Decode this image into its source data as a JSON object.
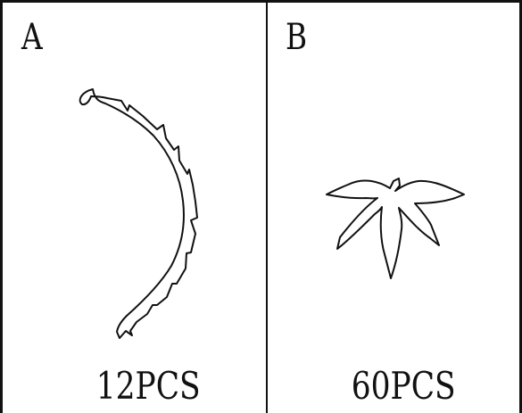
{
  "panels": [
    {
      "label": "A",
      "count": "12PCS",
      "shape": "curved-leaf-stem"
    },
    {
      "label": "B",
      "count": "60PCS",
      "shape": "five-point-leaf"
    }
  ],
  "colors": {
    "stroke": "#111111",
    "background": "#ffffff"
  }
}
